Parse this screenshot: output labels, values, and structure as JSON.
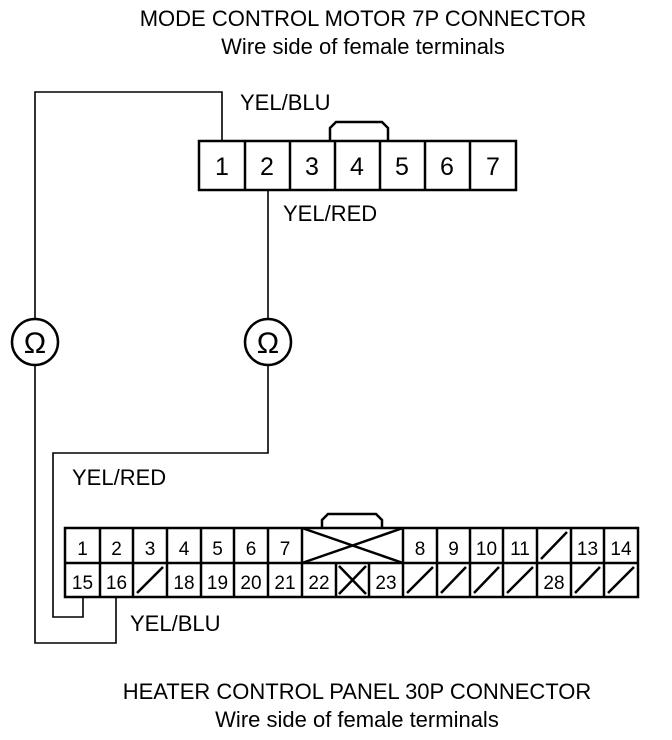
{
  "top_connector": {
    "title": "MODE CONTROL MOTOR 7P CONNECTOR",
    "subtitle": "Wire side of female terminals",
    "pins": [
      "1",
      "2",
      "3",
      "4",
      "5",
      "6",
      "7"
    ]
  },
  "bottom_connector": {
    "title": "HEATER CONTROL PANEL 30P CONNECTOR",
    "subtitle": "Wire side of female terminals",
    "row1": [
      "1",
      "2",
      "3",
      "4",
      "5",
      "6",
      "7",
      "",
      "",
      "",
      "8",
      "9",
      "10",
      "11",
      "",
      "13",
      "14"
    ],
    "row2": [
      "15",
      "16",
      "",
      "18",
      "19",
      "20",
      "21",
      "22",
      "",
      "23",
      "",
      "",
      "",
      "",
      "28",
      "",
      ""
    ]
  },
  "wires": {
    "top_pin1": "YEL/BLU",
    "top_pin2": "YEL/RED",
    "bottom_pin15": "YEL/RED",
    "bottom_pin16": "YEL/BLU"
  },
  "meters": {
    "left_symbol": "Ω",
    "right_symbol": "Ω"
  }
}
